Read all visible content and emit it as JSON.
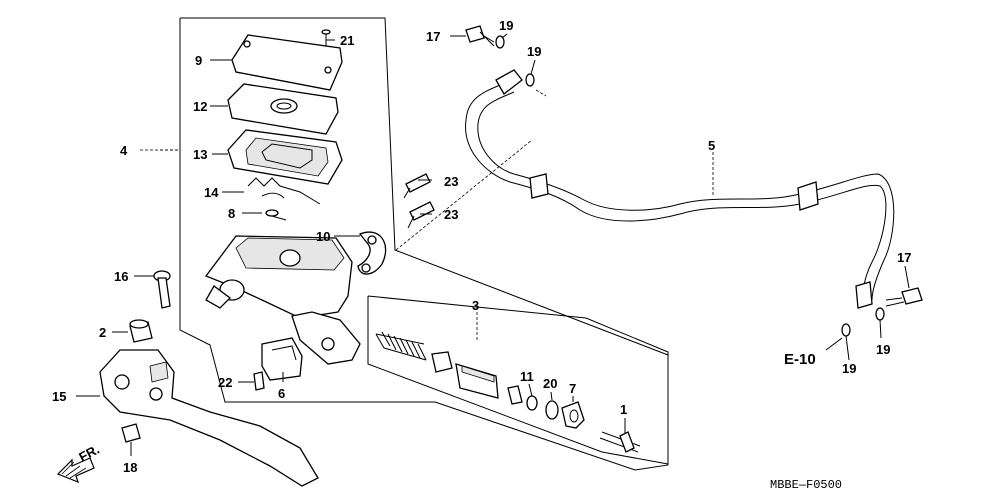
{
  "callouts": {
    "c1": "1",
    "c2": "2",
    "c3": "3",
    "c4": "4",
    "c5": "5",
    "c6": "6",
    "c7": "7",
    "c8": "8",
    "c9": "9",
    "c10": "10",
    "c11": "11",
    "c12": "12",
    "c13": "13",
    "c14": "14",
    "c15": "15",
    "c16": "16",
    "c17a": "17",
    "c17b": "17",
    "c18": "18",
    "c19a": "19",
    "c19b": "19",
    "c19c": "19",
    "c19d": "19",
    "c20": "20",
    "c21": "21",
    "c22": "22",
    "c23a": "23",
    "c23b": "23"
  },
  "ref_label": "E-10",
  "direction_label": "FR.",
  "diagram_code": "MBBE—F0500"
}
